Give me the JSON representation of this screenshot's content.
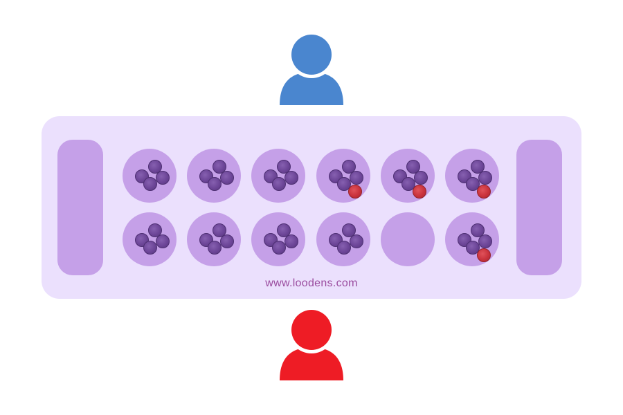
{
  "players": {
    "top": {
      "icon": "person-icon",
      "color": "#4a86cf"
    },
    "bottom": {
      "icon": "person-icon",
      "color": "#ee1c25"
    }
  },
  "board": {
    "background": "#ebe0fd",
    "pit_color": "#c5a0e8",
    "website": "www.loodens.com",
    "stores": {
      "left": {
        "seeds": 0
      },
      "right": {
        "seeds": 0
      }
    },
    "top_row": [
      {
        "purple": 4,
        "red": 0
      },
      {
        "purple": 4,
        "red": 0
      },
      {
        "purple": 4,
        "red": 0
      },
      {
        "purple": 4,
        "red": 1
      },
      {
        "purple": 4,
        "red": 1
      },
      {
        "purple": 4,
        "red": 1
      }
    ],
    "bottom_row": [
      {
        "purple": 4,
        "red": 0
      },
      {
        "purple": 4,
        "red": 0
      },
      {
        "purple": 4,
        "red": 0
      },
      {
        "purple": 4,
        "red": 0
      },
      {
        "purple": 0,
        "red": 0
      },
      {
        "purple": 4,
        "red": 1
      }
    ]
  }
}
